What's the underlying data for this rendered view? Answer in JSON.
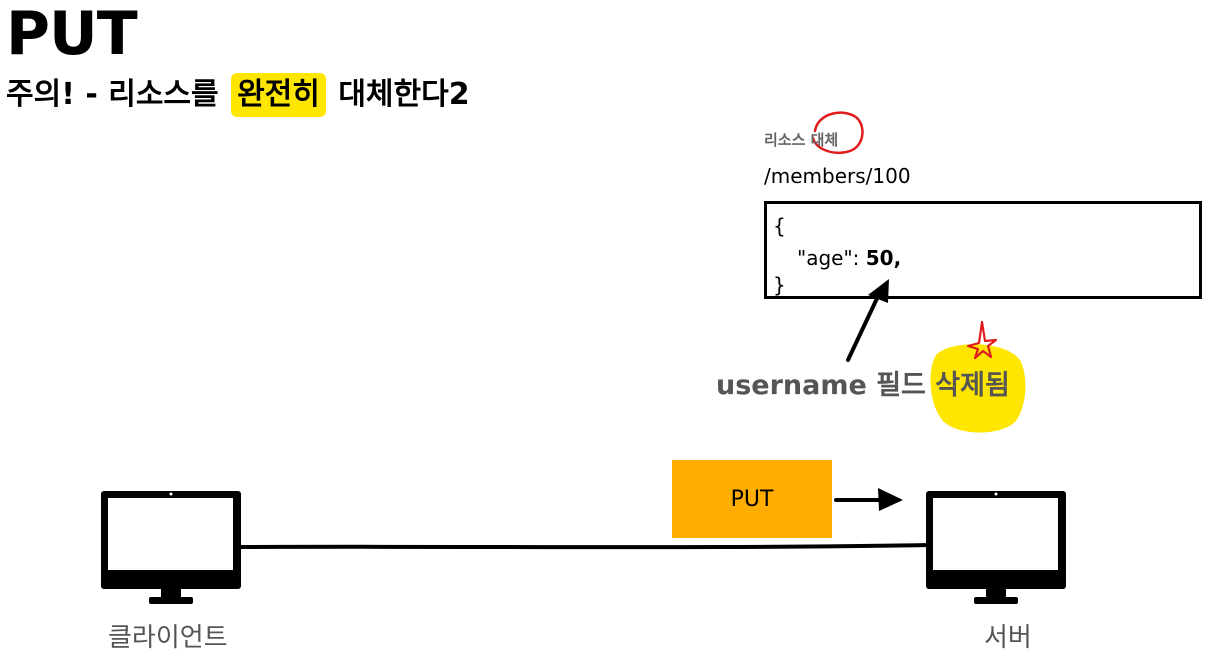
{
  "title": "PUT",
  "subtitle": {
    "before": "주의! - 리소스를 ",
    "highlight": "완전히",
    "after": " 대체한다2"
  },
  "resource": {
    "caption": "리소스 대체",
    "path": "/members/100",
    "json": {
      "open": "{",
      "key": "\"age\": ",
      "value": "50,",
      "close": "}"
    }
  },
  "note": {
    "before": "username 필드 ",
    "highlight": "삭제됨"
  },
  "request": {
    "method": "PUT"
  },
  "devices": {
    "client": "클라이언트",
    "server": "서버"
  },
  "colors": {
    "highlight": "#ffe600",
    "request_box": "#ffad00",
    "annotation_red": "#e01b1b",
    "muted_text": "#555555"
  }
}
